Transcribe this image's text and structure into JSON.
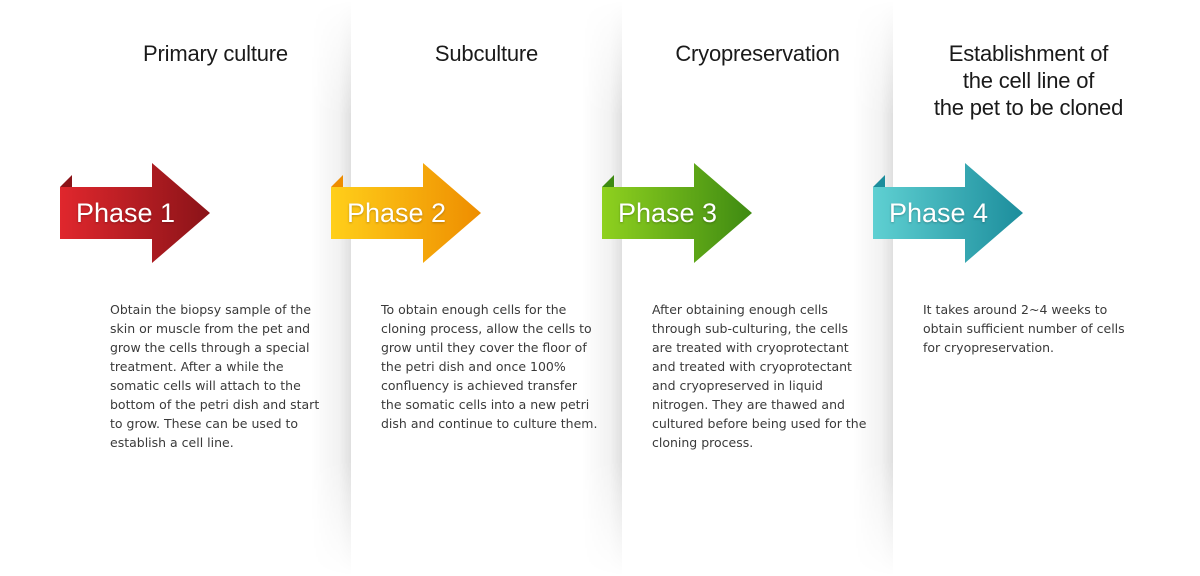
{
  "phases": [
    {
      "title_lines": [
        "Primary culture"
      ],
      "label": "Phase 1",
      "color_light": "#e0272d",
      "color_dark": "#8a1318",
      "description": "Obtain the biopsy sample of the skin or muscle from the pet and grow the cells through a special treatment. After a while the somatic cells will attach to the bottom of the petri dish and start to grow. These can be used to establish a cell line."
    },
    {
      "title_lines": [
        "Subculture"
      ],
      "label": "Phase 2",
      "color_light": "#ffcf1a",
      "color_dark": "#ee8d00",
      "description": "To obtain enough cells for the cloning process, allow the cells to grow until they cover the floor of the petri dish and once 100% confluency is achieved transfer the somatic cells into a new petri dish and continue to culture them."
    },
    {
      "title_lines": [
        "Cryopreservation"
      ],
      "label": "Phase 3",
      "color_light": "#8fd11f",
      "color_dark": "#3e8a12",
      "description": "After obtaining enough cells through sub-culturing, the cells are treated with cryoprotectant and treated with cryoprotectant and cryopreserved in liquid nitrogen. They are thawed and cultured before being used for the cloning process."
    },
    {
      "title_lines": [
        "Establishment of",
        "the cell line of",
        "the pet to be cloned"
      ],
      "label": "Phase 4",
      "color_light": "#5fd0d2",
      "color_dark": "#1c8d9c",
      "description": "It takes around 2~4 weeks to obtain sufficient number of cells for cryopreservation."
    }
  ]
}
